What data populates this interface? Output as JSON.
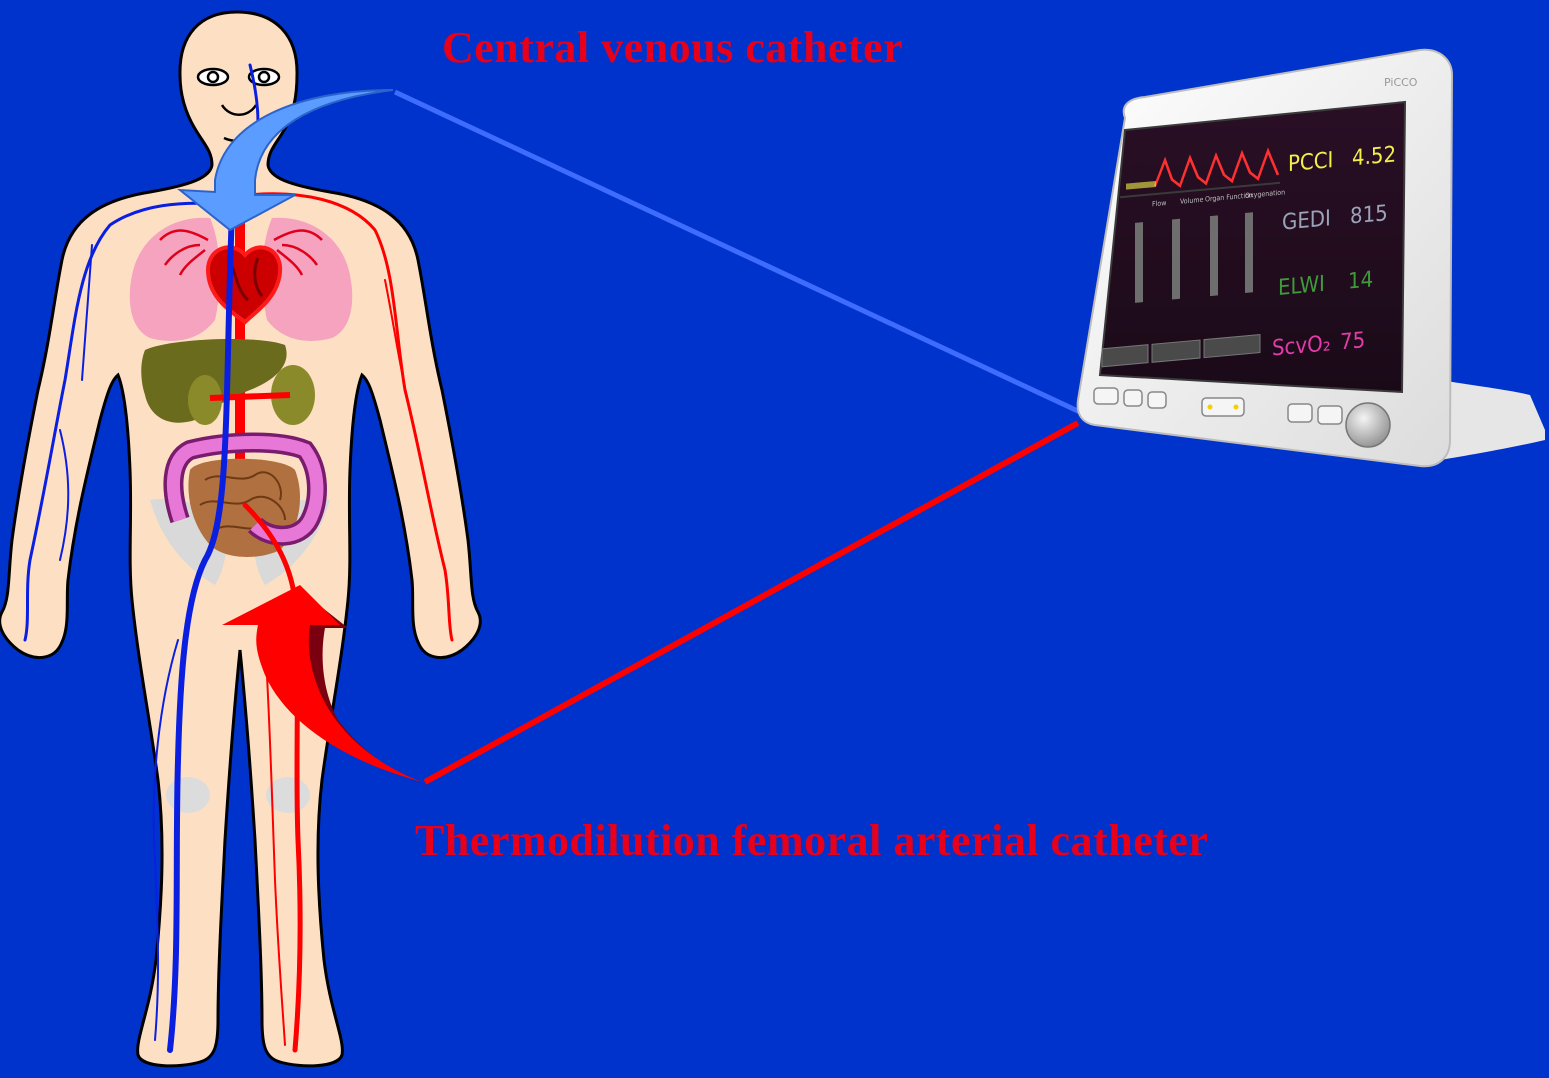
{
  "labels": {
    "central_venous_catheter": "Central venous catheter",
    "femoral_arterial_catheter": "Thermodilution femoral arterial catheter"
  },
  "monitor": {
    "brand": "PiCCO",
    "params": [
      {
        "name": "PCCI",
        "value": "4.52",
        "color": "#f3f04a"
      },
      {
        "name": "GEDI",
        "value": "815",
        "color": "#9aa3b8"
      },
      {
        "name": "ELWI",
        "value": "14",
        "color": "#3f9a3a"
      },
      {
        "name": "ScvO₂",
        "value": "75",
        "color": "#e23ca8"
      }
    ],
    "tabs": [
      "Flow",
      "Volume",
      "Organ Function",
      "Oxygenation"
    ],
    "bottom_buttons": [
      "",
      "",
      ""
    ]
  },
  "colors": {
    "background": "#0033cc",
    "venous": "#3366ff",
    "arterial": "#ff0000",
    "label": "#e8001a"
  },
  "icons": {
    "venous_arrow": "curved-arrow-down-icon",
    "arterial_arrow": "curved-arrow-up-icon"
  }
}
